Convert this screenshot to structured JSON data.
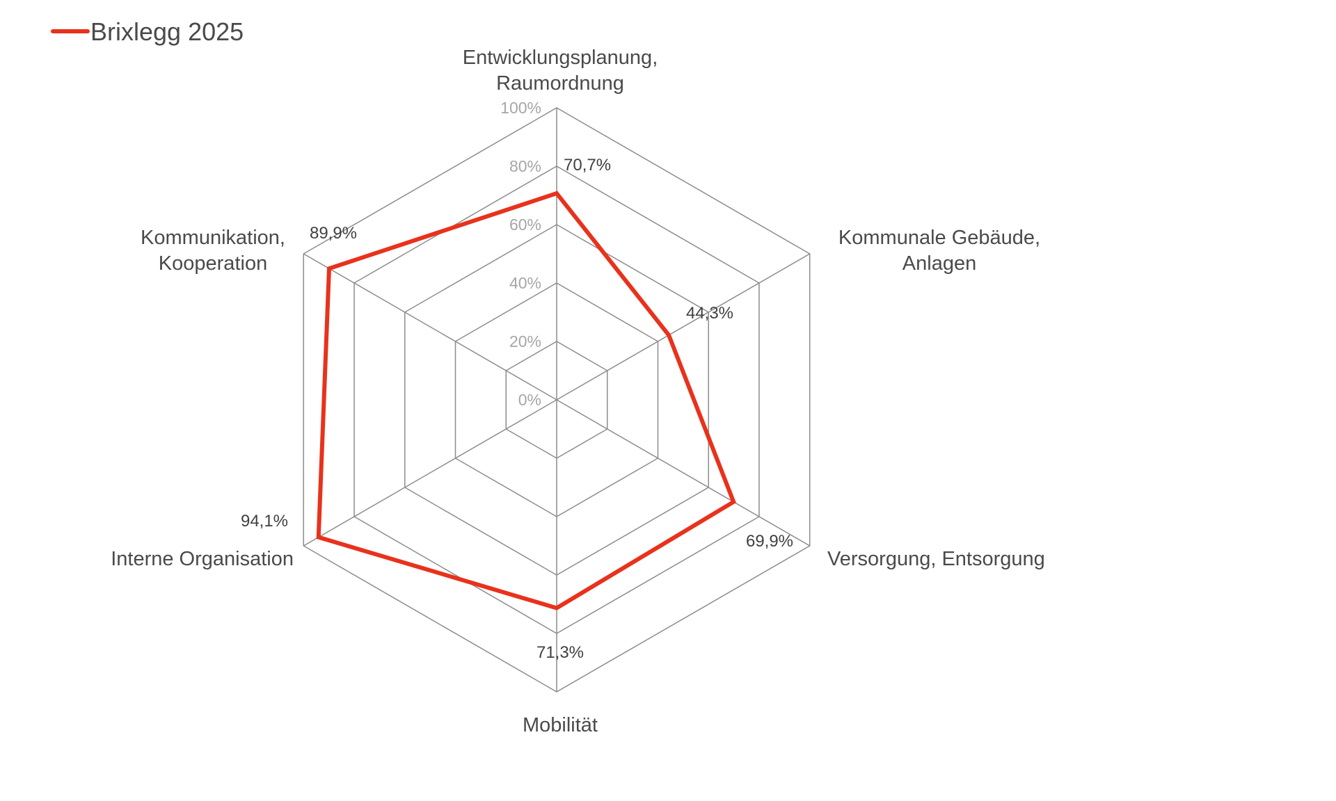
{
  "chart_data": {
    "type": "radar",
    "title": "",
    "legend": {
      "position": "top-left",
      "entries": [
        "Brixlegg 2025"
      ]
    },
    "series": [
      {
        "name": "Brixlegg 2025",
        "color": "#e8321c",
        "values": [
          70.7,
          44.3,
          69.9,
          71.3,
          94.1,
          89.9
        ],
        "value_labels": [
          "70,7%",
          "44,3%",
          "69,9%",
          "71,3%",
          "94,1%",
          "89,9%"
        ]
      }
    ],
    "categories": [
      [
        "Entwicklungsplanung,",
        "Raumordnung"
      ],
      [
        "Kommunale Gebäude,",
        "Anlagen"
      ],
      [
        "Versorgung, Entsorgung"
      ],
      [
        "Mobilität"
      ],
      [
        "Interne Organisation"
      ],
      [
        "Kommunikation,",
        "Kooperation"
      ]
    ],
    "radial_axis": {
      "range": [
        0,
        100
      ],
      "ticks": [
        0,
        20,
        40,
        60,
        80,
        100
      ],
      "tick_labels": [
        "0%",
        "20%",
        "40%",
        "60%",
        "80%",
        "100%"
      ]
    },
    "grid": true
  }
}
